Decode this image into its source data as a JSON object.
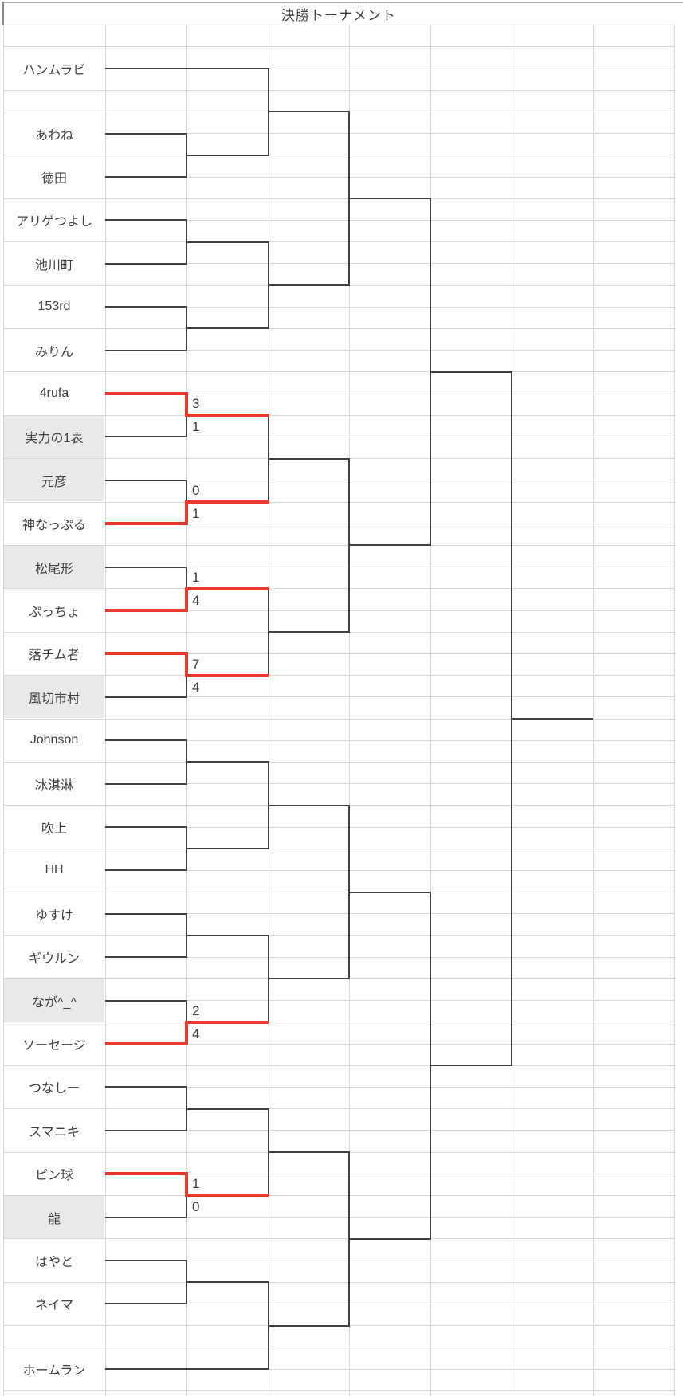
{
  "title": "決勝トーナメント",
  "colors": {
    "winner_red": "#e8392c",
    "bracket_line": "#404040",
    "grid_line": "#d9d9d9",
    "seeded_cell_gray": "#e9e9e9",
    "text": "#3f3f3f",
    "sheet_top_border": "#ababab"
  },
  "players": [
    {
      "name": "ハンムラビ",
      "bye": true
    },
    {
      "name": "あわね",
      "spacer_before": true
    },
    {
      "name": "徳田"
    },
    {
      "name": "アリゲつよし"
    },
    {
      "name": "池川町"
    },
    {
      "name": "153rd"
    },
    {
      "name": "みりん"
    },
    {
      "name": "4rufa"
    },
    {
      "name": "実力の1表",
      "gray": true
    },
    {
      "name": "元彦",
      "gray": true
    },
    {
      "name": "神なっぷる"
    },
    {
      "name": "松尾形",
      "gray": true
    },
    {
      "name": "ぷっちょ"
    },
    {
      "name": "落チム者"
    },
    {
      "name": "風切市村",
      "gray": true
    },
    {
      "name": "Johnson"
    },
    {
      "name": "冰淇淋"
    },
    {
      "name": "吹上"
    },
    {
      "name": "HH"
    },
    {
      "name": "ゆすけ"
    },
    {
      "name": "ギウルン"
    },
    {
      "name": "なが^_^",
      "gray": true
    },
    {
      "name": "ソーセージ"
    },
    {
      "name": "つなしー"
    },
    {
      "name": "スマニキ"
    },
    {
      "name": "ピン球"
    },
    {
      "name": "龍",
      "gray": true
    },
    {
      "name": "はやと"
    },
    {
      "name": "ネイマ"
    },
    {
      "name": "ホームラン",
      "bye": true,
      "spacer_before": true
    }
  ],
  "round1_matches": [
    {
      "top": "あわね",
      "bottom": "徳田"
    },
    {
      "top": "アリゲつよし",
      "bottom": "池川町"
    },
    {
      "top": "153rd",
      "bottom": "みりん"
    },
    {
      "top": "4rufa",
      "bottom": "実力の1表",
      "score_top": "3",
      "score_bottom": "1",
      "winner": "top"
    },
    {
      "top": "元彦",
      "bottom": "神なっぷる",
      "score_top": "0",
      "score_bottom": "1",
      "winner": "bottom"
    },
    {
      "top": "松尾形",
      "bottom": "ぷっちょ",
      "score_top": "1",
      "score_bottom": "4",
      "winner": "bottom"
    },
    {
      "top": "落チム者",
      "bottom": "風切市村",
      "score_top": "7",
      "score_bottom": "4",
      "winner": "top"
    },
    {
      "top": "Johnson",
      "bottom": "冰淇淋"
    },
    {
      "top": "吹上",
      "bottom": "HH"
    },
    {
      "top": "ゆすけ",
      "bottom": "ギウルン"
    },
    {
      "top": "なが^_^",
      "bottom": "ソーセージ",
      "score_top": "2",
      "score_bottom": "4",
      "winner": "bottom"
    },
    {
      "top": "つなしー",
      "bottom": "スマニキ"
    },
    {
      "top": "ピン球",
      "bottom": "龍",
      "score_top": "1",
      "score_bottom": "0",
      "winner": "top"
    },
    {
      "top": "はやと",
      "bottom": "ネイマ"
    }
  ]
}
